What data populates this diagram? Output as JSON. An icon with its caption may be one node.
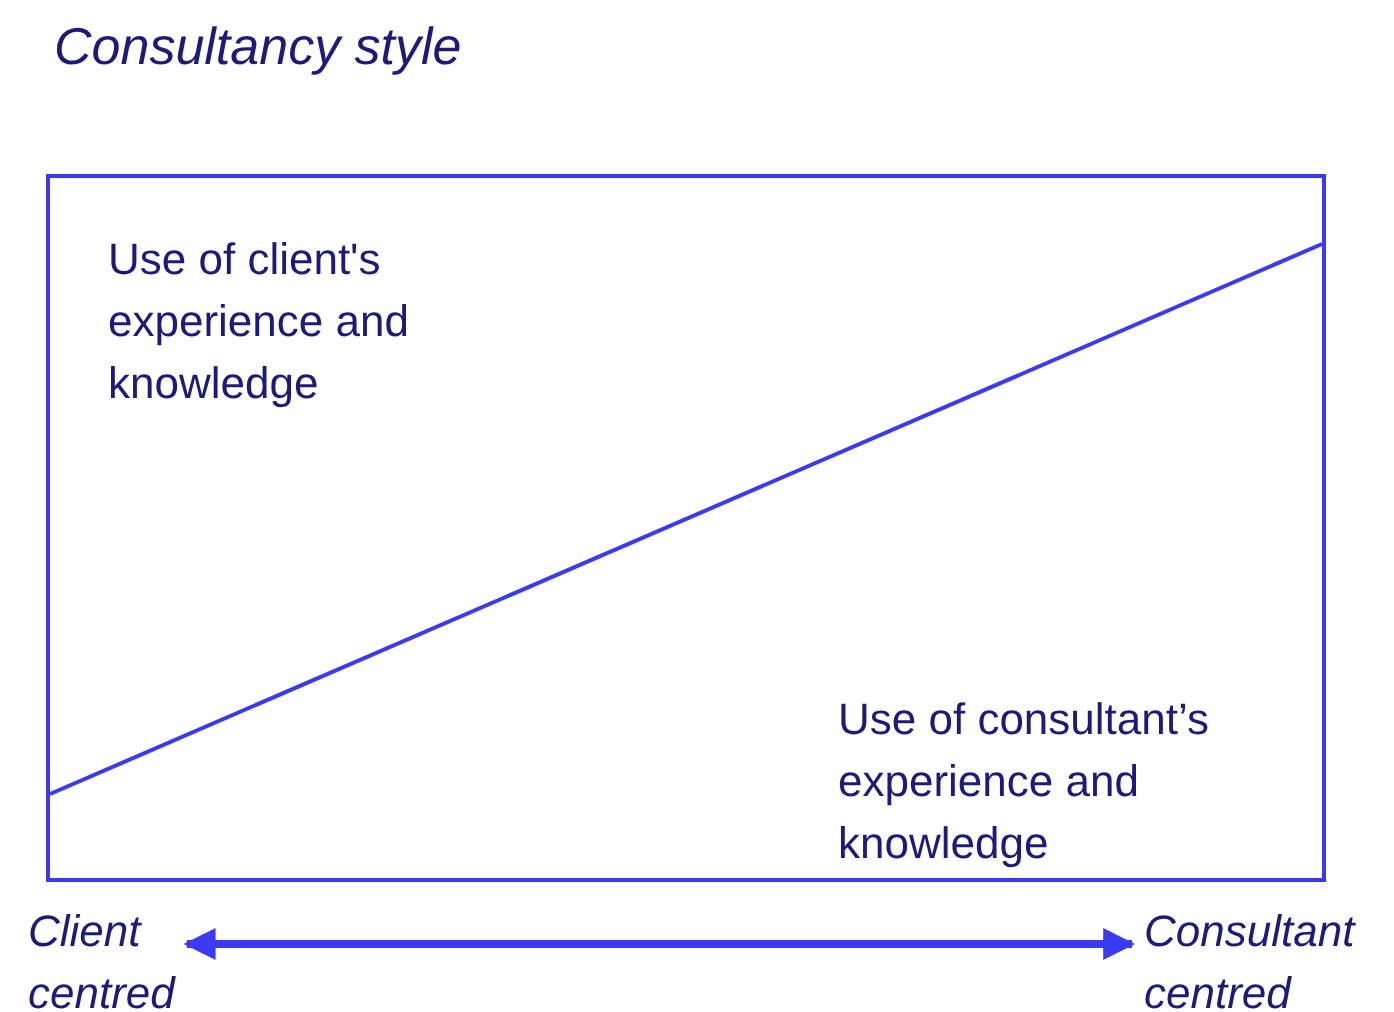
{
  "diagram": {
    "title": "Consultancy style",
    "nodes": [
      {
        "text": [
          "Use of client's experience and knowledge",
          "Use of consultant’s experience and knowledge"
        ]
      },
      {
        "text": [
          "Client centred"
        ]
      },
      {
        "text": [
          "Consultant centred"
        ]
      }
    ],
    "edges": [
      {
        "from": 1,
        "to": 2,
        "arrow": "both"
      }
    ]
  }
}
